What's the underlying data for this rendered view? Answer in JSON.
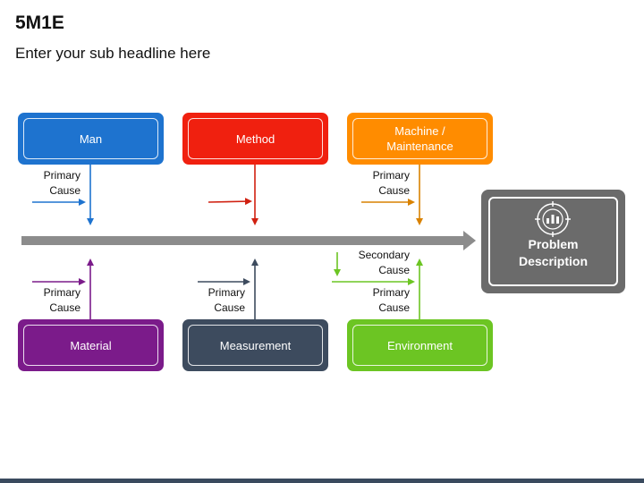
{
  "header": {
    "title": "5M1E",
    "subtitle": "Enter your sub headline here"
  },
  "categories": {
    "man": {
      "label": "Man",
      "color": "#1E73CF"
    },
    "method": {
      "label": "Method",
      "color": "#F0200F"
    },
    "machine": {
      "label": "Machine /\nMaintenance",
      "color": "#FF8C00"
    },
    "material": {
      "label": "Material",
      "color": "#7B1B8A"
    },
    "measurement": {
      "label": "Measurement",
      "color": "#3D4B5E"
    },
    "environment": {
      "label": "Environment",
      "color": "#6CC523"
    }
  },
  "causes": {
    "man_primary": "Primary\nCause",
    "machine_primary": "Primary\nCause",
    "material_primary": "Primary\nCause",
    "measurement_primary": "Primary\nCause",
    "environment_secondary": "Secondary\nCause",
    "environment_primary": "Primary\nCause"
  },
  "problem": {
    "label": "Problem\nDescription",
    "icon": "chart-target-icon",
    "color": "#6B6B6B"
  },
  "spine": {
    "color": "#8C8C8C"
  }
}
